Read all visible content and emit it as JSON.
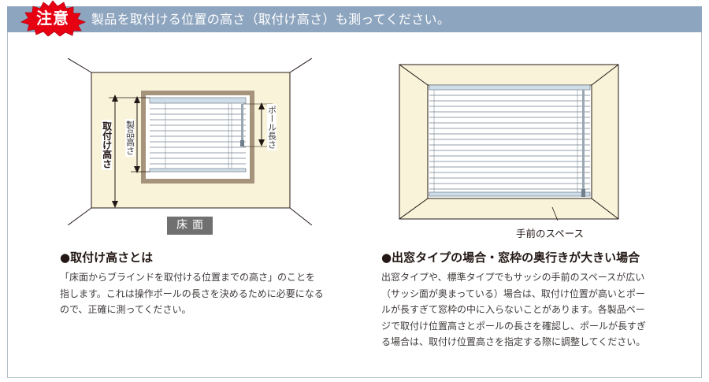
{
  "header": {
    "badge_label": "注意",
    "title": "製品を取付ける位置の高さ（取付け高さ）も測ってください。"
  },
  "figure_left": {
    "mount_height_label": "取付け高さ",
    "product_height_label": "製品高さ",
    "pole_length_label": "ポール長さ",
    "floor_label": "床面"
  },
  "figure_right": {
    "front_space_caption": "手前のスペース"
  },
  "sections": [
    {
      "heading": "●取付け高さとは",
      "body": "「床面からブラインドを取付ける位置までの高さ」のことを指します。これは操作ポールの長さを決めるために必要になるので、正確に測ってください。"
    },
    {
      "heading": "●出窓タイプの場合・窓枠の奥行きが大きい場合",
      "body": "出窓タイプや、標準タイプでもサッシの手前のスペースが広い（サッシ面が奥まっている）場合は、取付け位置が高いとポールが長すぎて窓枠の中に入らないことがあります。各製品ページで取付け位置高さとポールの長さを確認し、ポールが長すぎる場合は、取付け位置高さを指定する際に調整してください。"
    }
  ],
  "colors": {
    "header_bar": "#8ea5bf",
    "badge_red": "#e60012",
    "wall_cream": "#f8f3d9",
    "frame_brown": "#a6937c",
    "slat_blue": "#cfdde8"
  }
}
